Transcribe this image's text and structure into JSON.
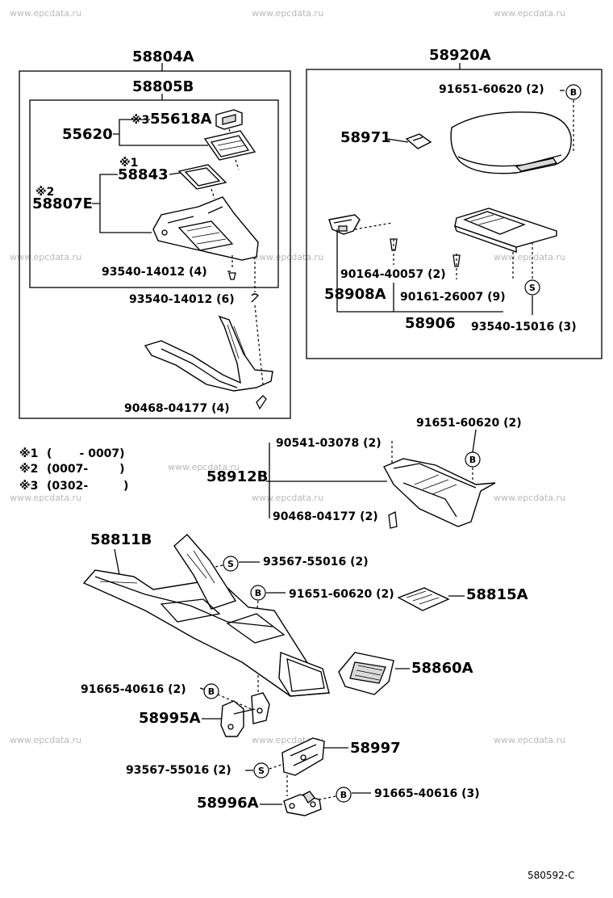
{
  "watermark": "www.epcdata.ru",
  "footer_code": "580592-C",
  "callout_symbols": {
    "bolt": "B",
    "screw": "S"
  },
  "notes": [
    {
      "mark": "※1",
      "text": "(       - 0007)"
    },
    {
      "mark": "※2",
      "text": "(0007-        )"
    },
    {
      "mark": "※3",
      "text": "(0302-         )"
    }
  ],
  "labels": {
    "p58804A": "58804A",
    "p58805B": "58805B",
    "p55618A_mark": "※3",
    "p55618A": "55618A",
    "p55620": "55620",
    "p58843_mark": "※1",
    "p58843": "58843",
    "p58807E_mark": "※2",
    "p58807E": "58807E",
    "p93540_4": "93540-14012 (4)",
    "p93540_6": "93540-14012 (6)",
    "p90468_4": "90468-04177 (4)",
    "p58920A": "58920A",
    "p91651_top": "91651-60620 (2)",
    "p58971": "58971",
    "p90164": "90164-40057 (2)",
    "p58908A": "58908A",
    "p90161": "90161-26007 (9)",
    "p58906": "58906",
    "p93540_15016": "93540-15016 (3)",
    "p91651_mid": "91651-60620 (2)",
    "p90541": "90541-03078 (2)",
    "p58912B": "58912B",
    "p90468_2": "90468-04177 (2)",
    "p58811B": "58811B",
    "p93567_a": "93567-55016 (2)",
    "p91651_low": "91651-60620 (2)",
    "p58815A": "58815A",
    "p58860A": "58860A",
    "p91665_2": "91665-40616 (2)",
    "p58995A": "58995A",
    "p58997": "58997",
    "p93567_b": "93567-55016 (2)",
    "p58996A": "58996A",
    "p91665_3": "91665-40616 (3)"
  }
}
